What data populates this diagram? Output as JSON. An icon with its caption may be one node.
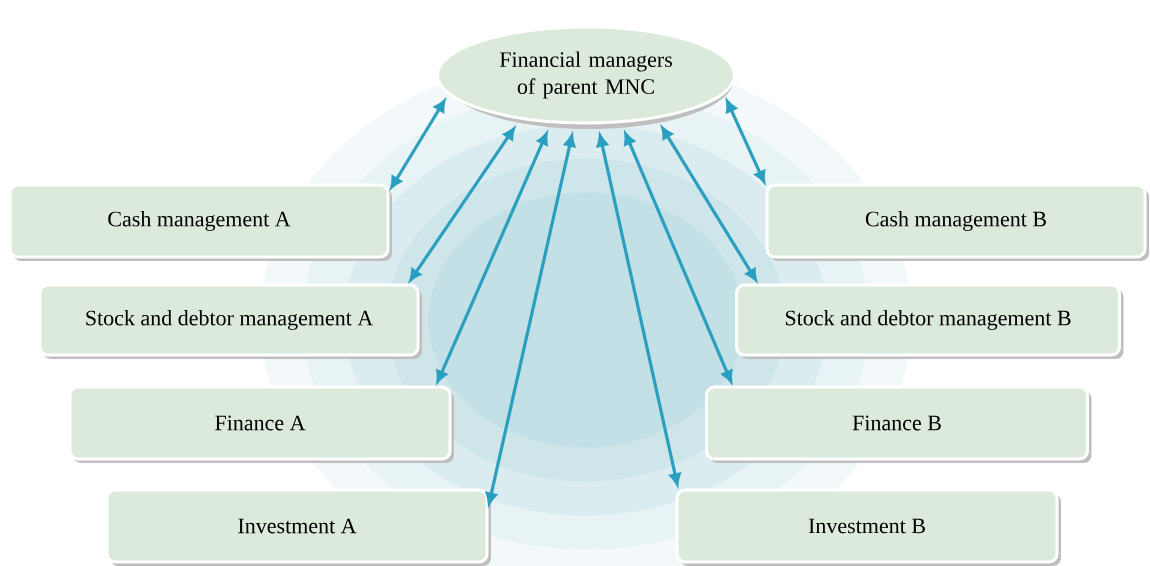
{
  "diagram": {
    "nodes": [
      {
        "text": [
          "Financial managers of parent MNC"
        ]
      },
      {
        "text": [
          "Cash management A"
        ]
      },
      {
        "text": [
          "Stock and debtor management A"
        ]
      },
      {
        "text": [
          "Finance A"
        ]
      },
      {
        "text": [
          "Investment A"
        ]
      },
      {
        "text": [
          "Cash management B"
        ]
      },
      {
        "text": [
          "Stock and debtor management B"
        ]
      },
      {
        "text": [
          "Finance B"
        ]
      },
      {
        "text": [
          "Investment B"
        ]
      }
    ],
    "edges": [
      {
        "from": 0,
        "to": 1,
        "arrow": "both"
      },
      {
        "from": 0,
        "to": 2,
        "arrow": "both"
      },
      {
        "from": 0,
        "to": 3,
        "arrow": "both"
      },
      {
        "from": 0,
        "to": 4,
        "arrow": "both"
      },
      {
        "from": 0,
        "to": 5,
        "arrow": "both"
      },
      {
        "from": 0,
        "to": 6,
        "arrow": "both"
      },
      {
        "from": 0,
        "to": 7,
        "arrow": "both"
      },
      {
        "from": 0,
        "to": 8,
        "arrow": "both"
      }
    ]
  }
}
